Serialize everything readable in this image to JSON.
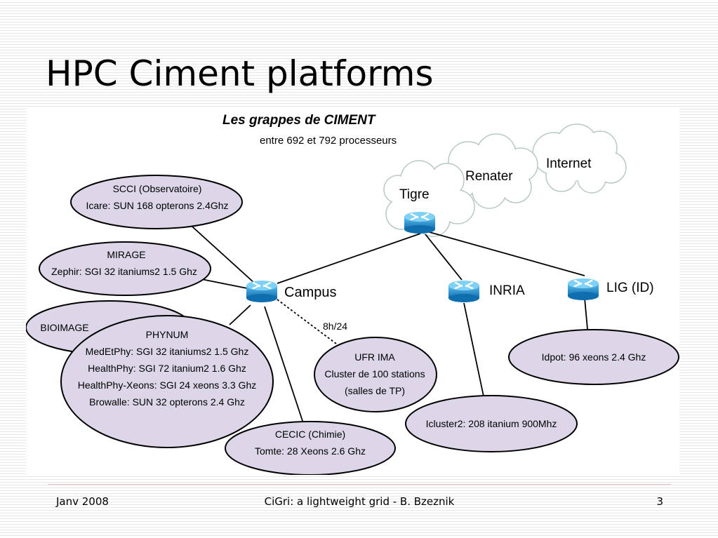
{
  "slide": {
    "title": "HPC Ciment platforms",
    "footer_left": "Janv 2008",
    "footer_center": "CiGri: a lightweight grid - B. Bzeznik",
    "page_number": "3"
  },
  "diagram": {
    "heading": "Les grappes de CIMENT",
    "subheading": "entre 692 et 792 processeurs",
    "clouds": {
      "internet": "Internet",
      "renater": "Renater",
      "tigre": "Tigre"
    },
    "routers": {
      "campus": "Campus",
      "inria": "INRIA",
      "lig": "LIG (ID)"
    },
    "link_label": "8h/24",
    "clusters": {
      "scci": [
        "SCCI (Observatoire)",
        "Icare: SUN 168 opterons 2.4Ghz"
      ],
      "mirage": [
        "MIRAGE",
        "Zephir: SGI 32 itaniums2 1.5 Ghz"
      ],
      "bioimage": [
        "BIOIMAGE"
      ],
      "phynum": [
        "PHYNUM",
        "MedEtPhy: SGI 32 itaniums2 1.5 Ghz",
        "HealthPhy: SGI 72 itanium2 1.6 Ghz",
        "HealthPhy-Xeons: SGI 24 xeons 3.3 Ghz",
        "Browalle: SUN 32 opterons 2.4 Ghz"
      ],
      "ufr_ima": [
        "UFR IMA",
        "Cluster de 100 stations",
        "(salles de TP)"
      ],
      "cecic": [
        "CECIC (Chimie)",
        "Tomte: 28 Xeons 2.6 Ghz"
      ],
      "icluster2": [
        "Icluster2: 208 itanium 900Mhz"
      ],
      "idpot": [
        "Idpot: 96 xeons 2.4 Ghz"
      ]
    },
    "colors": {
      "ellipse_fill": "#ddd5e8",
      "router_blue": "#1f86c8",
      "cloud_stroke": "#b9c8c8"
    }
  }
}
